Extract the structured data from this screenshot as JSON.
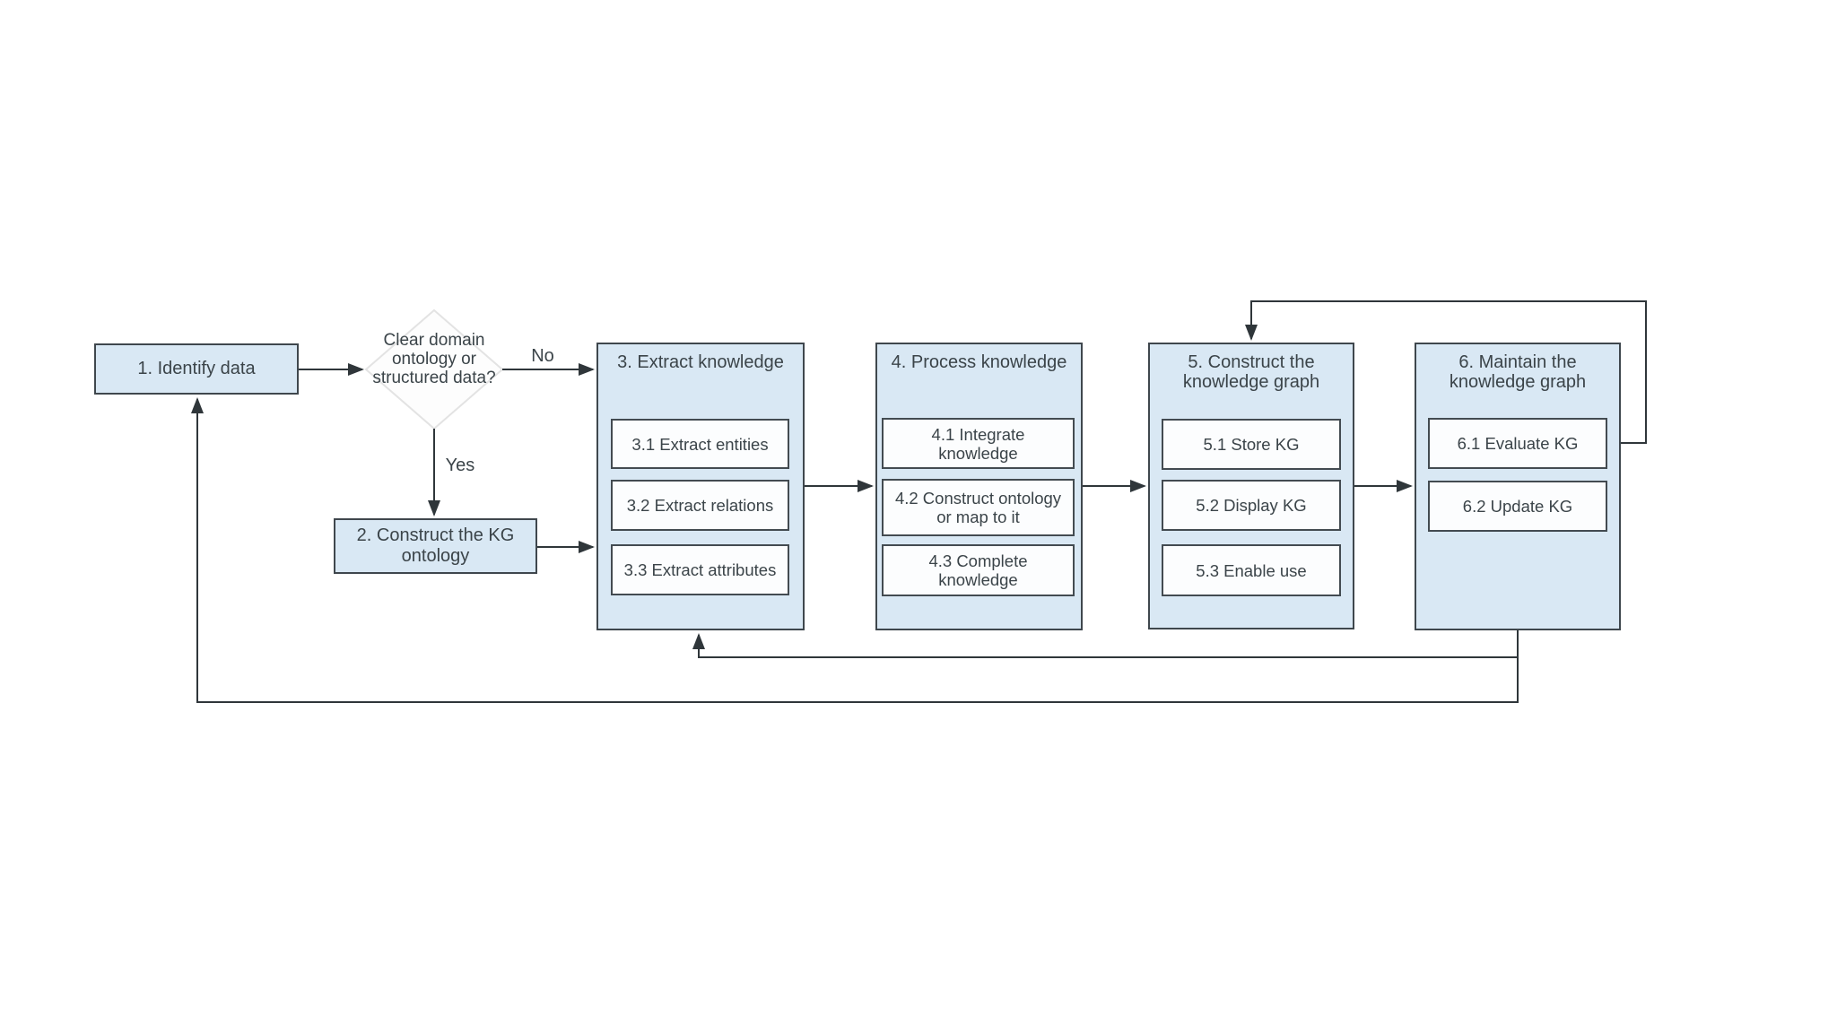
{
  "diagram": {
    "type": "flowchart",
    "nodes": {
      "identify_data": "1. Identify data",
      "decision": "Clear domain\nontology or\nstructured data?",
      "construct_kg_ontology": "2. Construct the KG\nontology"
    },
    "stages": [
      {
        "title": "3. Extract knowledge",
        "steps": [
          "3.1 Extract entities",
          "3.2 Extract relations",
          "3.3 Extract attributes"
        ]
      },
      {
        "title": "4. Process knowledge",
        "steps": [
          "4.1 Integrate\nknowledge",
          "4.2 Construct ontology\nor map to it",
          "4.3 Complete\nknowledge"
        ]
      },
      {
        "title": "5. Construct  the\nknowledge graph",
        "steps": [
          "5.1 Store KG",
          "5.2 Display KG",
          "5.3 Enable use"
        ]
      },
      {
        "title": "6. Maintain the\nknowledge graph",
        "steps": [
          "6.1 Evaluate KG",
          "6.2 Update KG"
        ]
      }
    ],
    "edge_labels": {
      "no": "No",
      "yes": "Yes"
    },
    "edges": [
      {
        "from": "1. Identify data",
        "to": "decision"
      },
      {
        "from": "decision",
        "to": "3. Extract knowledge",
        "label": "No"
      },
      {
        "from": "decision",
        "to": "2. Construct the KG ontology",
        "label": "Yes"
      },
      {
        "from": "2. Construct the KG ontology",
        "to": "3. Extract knowledge"
      },
      {
        "from": "3. Extract knowledge",
        "to": "4. Process knowledge"
      },
      {
        "from": "4. Process knowledge",
        "to": "5. Construct the knowledge graph"
      },
      {
        "from": "5. Construct the knowledge graph",
        "to": "6. Maintain the knowledge graph"
      },
      {
        "from": "6.1 Evaluate KG",
        "to": "5. Construct the knowledge graph"
      },
      {
        "from": "6.2 Update KG",
        "to": "3. Extract knowledge"
      },
      {
        "from": "6.2 Update KG",
        "to": "1. Identify data"
      }
    ],
    "colors": {
      "stage_fill": "#d9e8f4",
      "step_fill": "#fcfdfe",
      "border": "#3f474d",
      "text": "#3b4449",
      "connector": "#2f363a",
      "decision_fill": "#fdfdfd",
      "decision_border": "#e3e3e3",
      "background": "#ffffff"
    }
  }
}
